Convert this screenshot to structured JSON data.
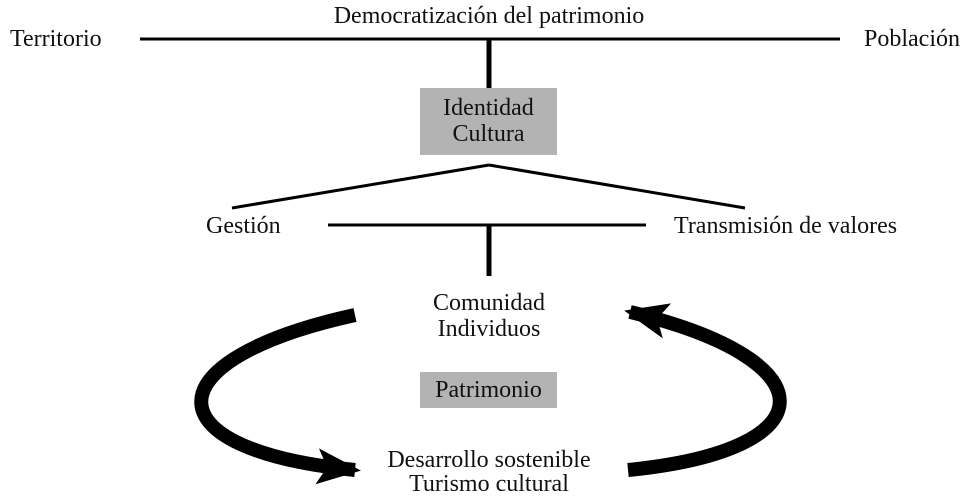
{
  "diagram": {
    "top": {
      "title": "Democratización del patrimonio",
      "left": "Territorio",
      "right": "Población"
    },
    "identity_box": {
      "line1": "Identidad",
      "line2": "Cultura"
    },
    "middle": {
      "left": "Gestión",
      "right": "Transmisión de valores"
    },
    "community": {
      "line1": "Comunidad",
      "line2": "Individuos"
    },
    "heritage_box": {
      "label": "Patrimonio"
    },
    "bottom": {
      "line1": "Desarrollo sostenible",
      "line2": "Turismo cultural"
    },
    "colors": {
      "box_fill": "#b3b3b3",
      "ink": "#000000",
      "text": "#111111"
    }
  }
}
